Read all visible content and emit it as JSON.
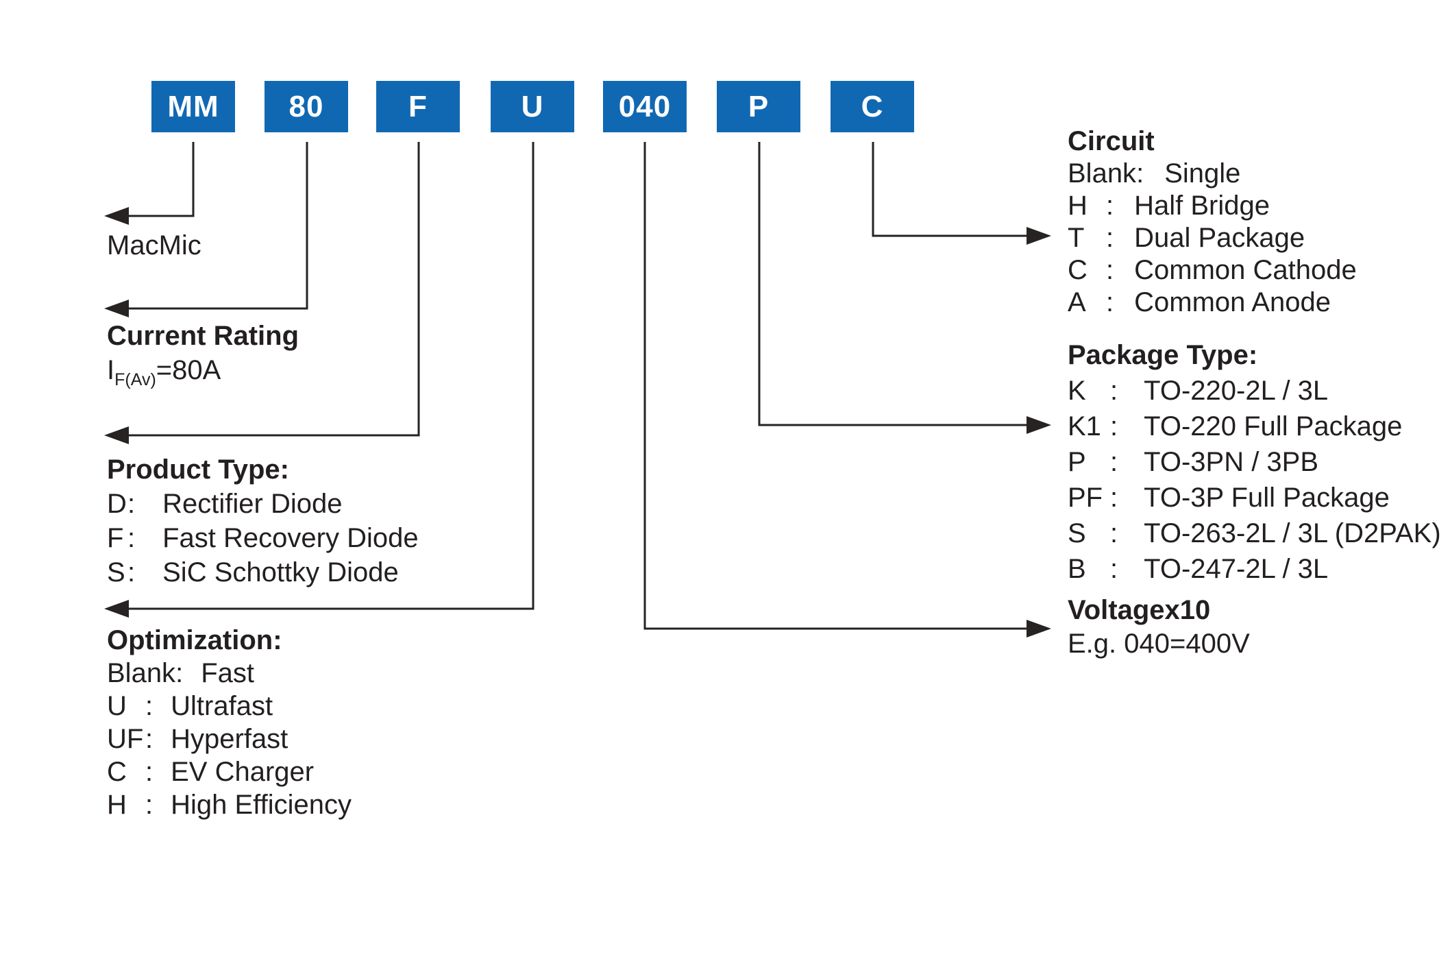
{
  "colors": {
    "box_blue": "#1168b2",
    "ink": "#231f20",
    "box_text": "#ffffff",
    "background": "#ffffff"
  },
  "boxes": [
    "MM",
    "80",
    "F",
    "U",
    "040",
    "P",
    "C"
  ],
  "brand": {
    "label": "MacMic"
  },
  "current_rating": {
    "heading": "Current Rating",
    "symbol": "I",
    "subscript": "F(Av)",
    "value": "=80A"
  },
  "product_type": {
    "heading": "Product Type:",
    "items": [
      {
        "k": "D",
        "c": ":",
        "v": "Rectifier Diode"
      },
      {
        "k": "F",
        "c": ":",
        "v": "Fast Recovery Diode"
      },
      {
        "k": "S",
        "c": ":",
        "v": "SiC Schottky Diode"
      }
    ]
  },
  "optimization": {
    "heading": "Optimization:",
    "items": [
      {
        "k": "Blank",
        "c": ":",
        "v": "Fast"
      },
      {
        "k": "U",
        "c": ":",
        "v": "Ultrafast"
      },
      {
        "k": "UF",
        "c": ":",
        "v": "Hyperfast"
      },
      {
        "k": "C",
        "c": ":",
        "v": "EV Charger"
      },
      {
        "k": "H",
        "c": ":",
        "v": "High Efficiency"
      }
    ]
  },
  "voltage": {
    "heading": "Voltagex10",
    "example": "E.g. 040=400V"
  },
  "package_type": {
    "heading": "Package Type:",
    "items": [
      {
        "k": "K",
        "c": ":",
        "v": "TO-220-2L / 3L"
      },
      {
        "k": "K1",
        "c": ":",
        "v": "TO-220 Full Package"
      },
      {
        "k": "P",
        "c": ":",
        "v": "TO-3PN / 3PB"
      },
      {
        "k": "PF",
        "c": ":",
        "v": "TO-3P Full Package"
      },
      {
        "k": "S",
        "c": ":",
        "v": "TO-263-2L / 3L (D2PAK)"
      },
      {
        "k": "B",
        "c": ":",
        "v": "TO-247-2L / 3L"
      }
    ]
  },
  "circuit": {
    "heading": "Circuit",
    "items": [
      {
        "k": "Blank",
        "c": ":",
        "v": "Single"
      },
      {
        "k": "H",
        "c": ":",
        "v": "Half Bridge"
      },
      {
        "k": "T",
        "c": ":",
        "v": "Dual Package"
      },
      {
        "k": "C",
        "c": ":",
        "v": "Common Cathode"
      },
      {
        "k": "A",
        "c": ":",
        "v": "Common Anode"
      }
    ]
  }
}
